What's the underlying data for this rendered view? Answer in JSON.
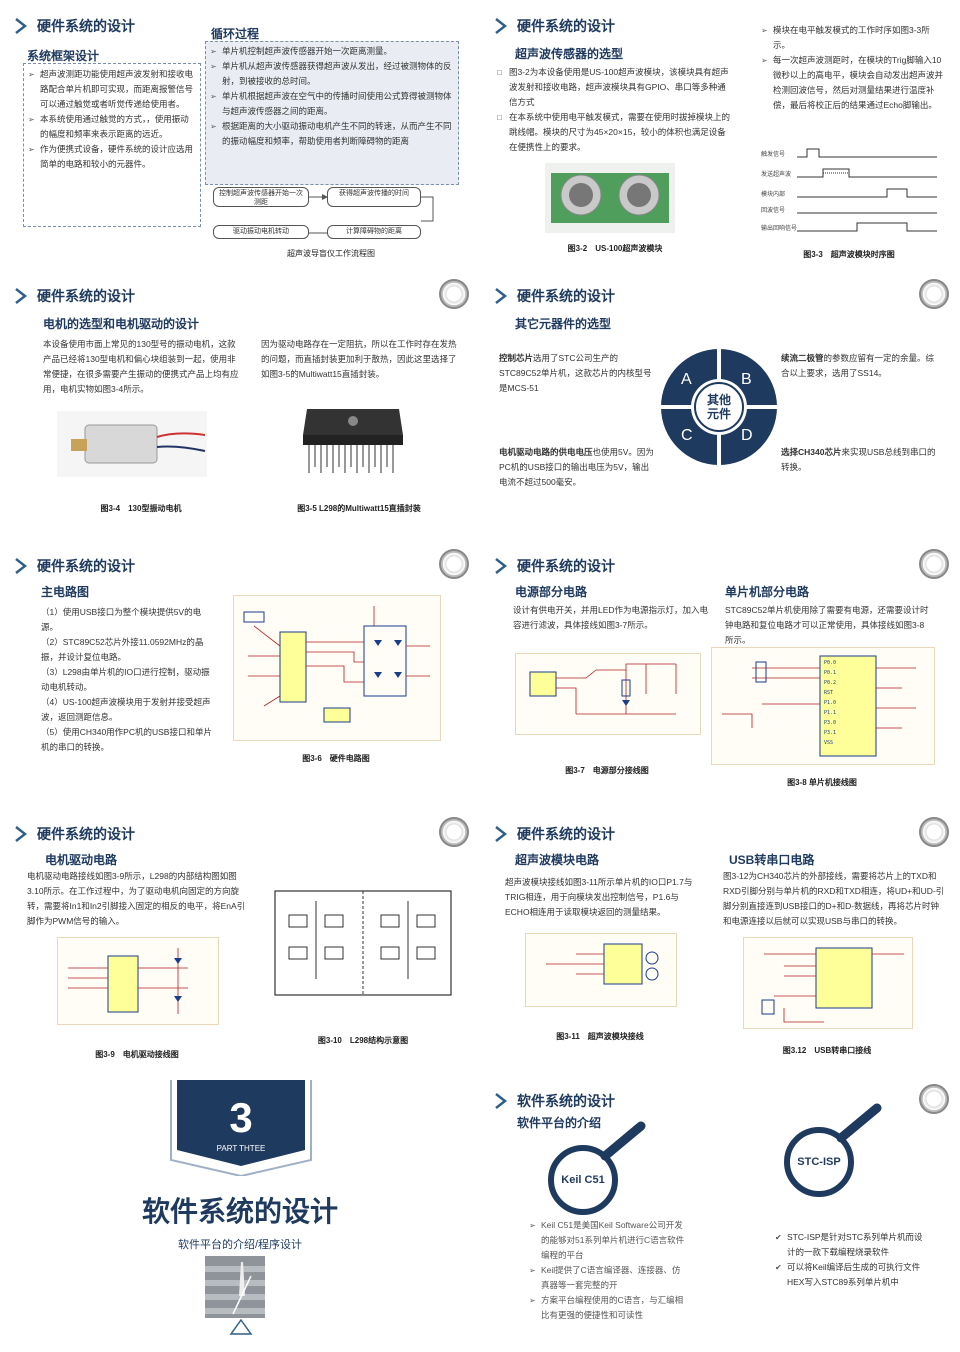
{
  "colors": {
    "primary": "#1f3a5f",
    "accent": "#2e5f8a",
    "schematic_chip": "#ffff99",
    "schematic_line": "#1a3c8c"
  },
  "s1": {
    "title": "硬件系统的设计",
    "sub": "系统框架设计",
    "bullets": [
      "超声波测距功能使用超声波发射和接收电路配合单片机即可实现，而距离报警信号可以通过触觉或者听觉传递给使用者。",
      "本系统使用通过触觉的方式，，使用振动的幅度和频率来表示距离的远近。",
      "作为便携式设备，硬件系统的设计应选用简单的电路和较小的元器件。"
    ],
    "loop_title": "循环过程",
    "loop_bullets": [
      "单片机控制超声波传感器开始一次距离测量。",
      "单片机从超声波传感器获得超声波从发出，经过被测物体的反射，到被接收的总时间。",
      "单片机根据超声波在空气中的传播时间使用公式算得被测物体与超声波传感器之间的距离。",
      "根据距离的大小驱动振动电机产生不同的转速，从而产生不同的振动幅度和频率，帮助使用者判断障碍物的距离"
    ],
    "flow": [
      "控制超声波传感器开始一次测距",
      "获得超声波传播的时间",
      "驱动振动电机转动",
      "计算障碍物的距离"
    ],
    "caption": "超声波导盲仪工作流程图"
  },
  "s2": {
    "title": "硬件系统的设计",
    "sub": "超声波传感器的选型",
    "bullets": [
      "图3-2为本设备使用是US-100超声波模块，该模块具有超声波发射和接收电路，超声波模块具有GPIO、串口等多种通信方式",
      "在本系统中使用电平触发模式，需要在使用时拔掉模块上的跳线帽。模块的尺寸为45×20×15，较小的体积也满足设备在便携性上的要求。"
    ],
    "right_bullets": [
      "模块在电平触发模式的工作时序如图3-3所示。",
      "每一次超声波测距时，在模块的Trig脚输入10微秒以上的高电平，模块会自动发出超声波并检测回波信号，然后对测量结果进行温度补偿，最后将校正后的结果通过Echo脚输出。"
    ],
    "timing_labels": [
      "触发信号",
      "发送超声波",
      "模块内部",
      "回波信号",
      "输出回响信号"
    ],
    "caption_left": "图3-2　US-100超声波模块",
    "caption_right": "图3-3　超声波模块时序图"
  },
  "s3": {
    "title": "硬件系统的设计",
    "sub": "电机的选型和电机驱动的设计",
    "left_text": "本设备使用市面上常见的130型号的振动电机，这款产品已经将130型电机和偏心块组装到一起，使用非常便捷，在很多需要产生振动的便携式产品上均有应用，电机实物如图3-4所示。",
    "right_text": "因为驱动电路存在一定阻抗，所以在工作时存在发热的问题，而直插封装更加利于散热，因此这里选择了如图3-5的Multiwatt15直插封装。",
    "caption_left": "图3-4　130型振动电机",
    "caption_right": "图3-5 L298的Multiwatt15直插封装"
  },
  "s4": {
    "title": "硬件系统的设计",
    "sub": "其它元器件的选型",
    "text_a_bold": "控制芯片",
    "text_a": "选用了STC公司生产的STC89C52单片机，这款芯片的内核型号是MCS-51",
    "text_b_bold": "续流二极管",
    "text_b": "的参数应留有一定的余量。综合以上要求，选用了SS14。",
    "text_c_bold": "电机驱动电路的供电电压",
    "text_c": "也使用5V。因为PC机的USB接口的输出电压为5V，输出电流不超过500毫安。",
    "text_d_bold": "选择CH340芯片",
    "text_d": "来实现USB总线到串口的转换。",
    "center": [
      "其他",
      "元件"
    ],
    "letters": [
      "A",
      "B",
      "C",
      "D"
    ]
  },
  "s5": {
    "title": "硬件系统的设计",
    "sub": "主电路图",
    "paras": [
      "（1）使用USB接口为整个模块提供5V的电源。",
      "（2）STC89C52芯片外接11.0592MHz的晶振，并设计复位电路。",
      "（3）L298由单片机的IO口进行控制，驱动振动电机转动。",
      "（4）US-100超声波模块用于发射并接受超声波，返回测距信息。",
      "（5）使用CH340用作PC机的USB接口和单片机的串口的转换。"
    ],
    "caption": "图3-6　硬件电路图"
  },
  "s6": {
    "title": "硬件系统的设计",
    "sub_left": "电源部分电路",
    "sub_right": "单片机部分电路",
    "text_left": "设计有供电开关，并用LED作为电源指示灯，加入电容进行滤波，具体接线如图3-7所示。",
    "text_right": "STC89C52单片机使用除了需要有电源，还需要设计时钟电路和复位电路才可以正常使用，具体接线如图3-8所示。",
    "caption_left": "图3-7　电源部分接线图",
    "caption_right": "图3-8 单片机接线图"
  },
  "s7": {
    "title": "硬件系统的设计",
    "sub": "电机驱动电路",
    "text": "电机驱动电路接线如图3-9所示，L298的内部结构图如图3.10所示。在工作过程中，为了驱动电机向固定的方向旋转，需要将In1和In2引脚接入固定的相反的电平，将EnA引脚作为PWM信号的输入。",
    "caption_left": "图3-9　电机驱动接线图",
    "caption_right": "图3-10　L298结构示意图"
  },
  "s8": {
    "title": "硬件系统的设计",
    "sub_left": "超声波模块电路",
    "sub_right": "USB转串口电路",
    "text_left": "超声波模块接线如图3-11所示单片机的IO口P1.7与TRIG相连，用于向模块发出控制信号，P1.6与ECHO相连用于读取模块返回的测量结果。",
    "text_right": "图3-12为CH340芯片的外部接线，需要将芯片上的TXD和RXD引脚分别与单片机的RXD和TXD相连，将UD+和UD-引脚分别直接连到USB接口的D+和D-数据线，再将芯片时钟和电源连接以后就可以实现USB与串口的转换。",
    "caption_left": "图3-11　超声波模块接线",
    "caption_right": "图3.12　USB转串口接线"
  },
  "s9": {
    "number": "3",
    "part": "PART THTEE",
    "title": "软件系统的设计",
    "subtitle": "软件平台的介绍/程序设计"
  },
  "s10": {
    "title": "软件系统的设计",
    "sub": "软件平台的介绍",
    "lens_left": "Keil C51",
    "lens_right": "STC-ISP",
    "left_bullets": [
      "Keil C51是美国Keil Software公司开发的能够对51系列单片机进行C语言软件编程的平台",
      "Keil提供了C语言编译器、连接器、仿真器等一套完整的开",
      "方案平台编程使用的C语言，与汇编相比有更强的便捷性和可读性"
    ],
    "right_bullets": [
      "STC-ISP是针对STC系列单片机而设计的一款下载编程烧录软件",
      "可以将Keil编译后生成的可执行文件HEX写入STC89系列单片机中"
    ]
  }
}
